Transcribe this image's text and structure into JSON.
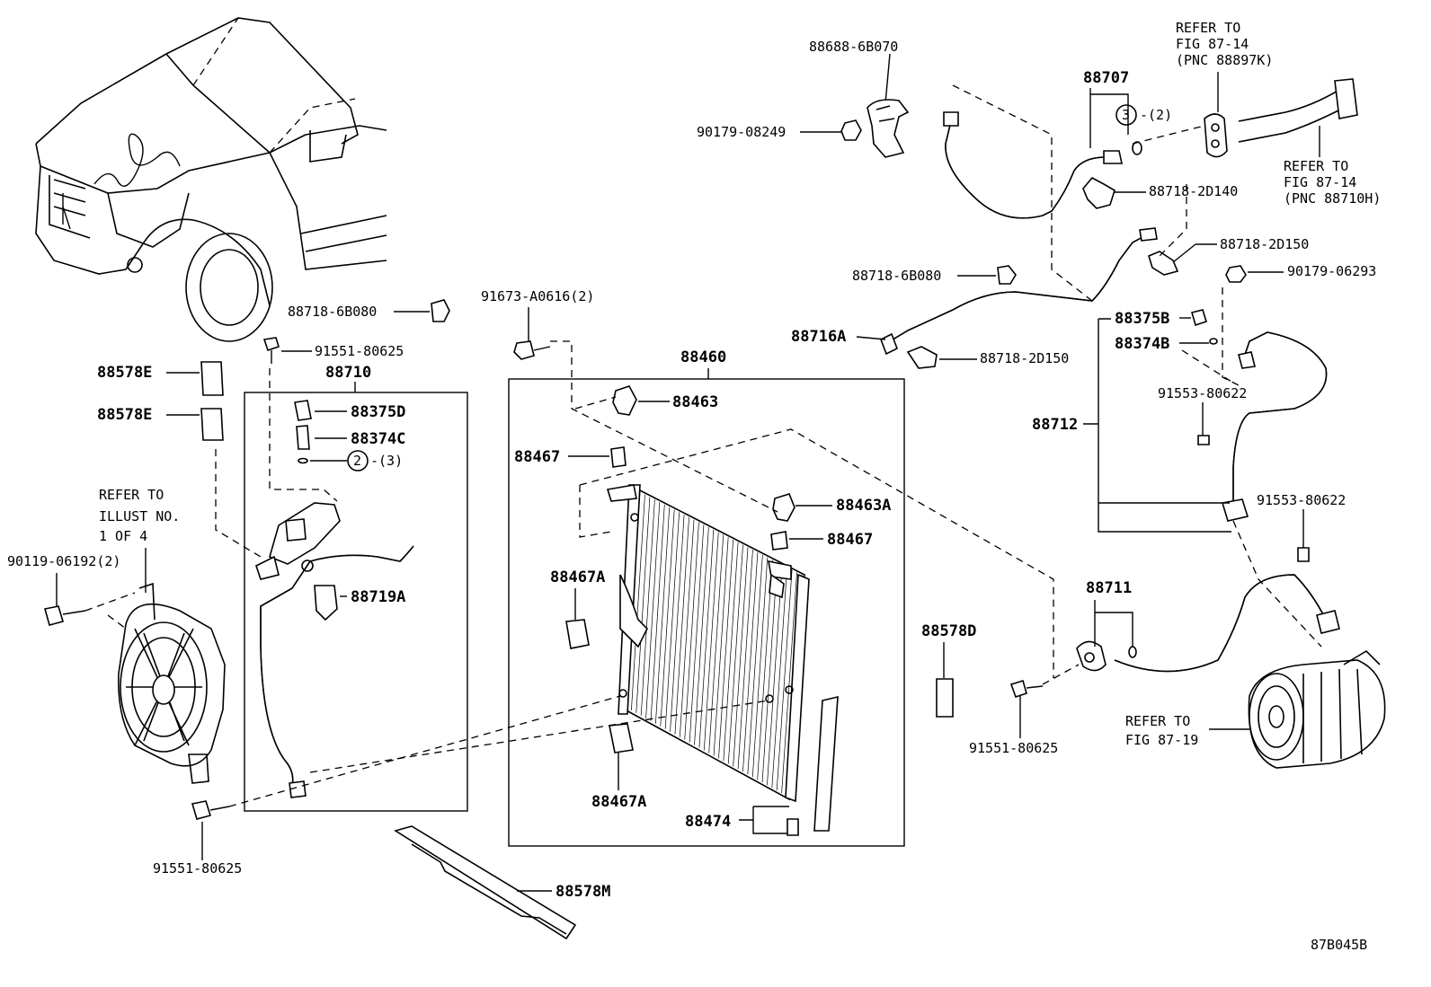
{
  "diagram": {
    "code": "87B045B",
    "parts": {
      "p88688_6B070": "88688-6B070",
      "p90179_08249": "90179-08249",
      "p88707": "88707",
      "c3_qty": "-(2)",
      "c3_num": "3",
      "p88718_2D140": "88718-2D140",
      "p88718_2D150_a": "88718-2D150",
      "p88718_6B080_a": "88718-6B080",
      "p90179_06293": "90179-06293",
      "p88716A": "88716A",
      "p88718_2D150_b": "88718-2D150",
      "p88375B": "88375B",
      "p88374B": "88374B",
      "p91553_80622_a": "91553-80622",
      "p88712": "88712",
      "p91553_80622_b": "91553-80622",
      "p88711": "88711",
      "p88578D": "88578D",
      "p91551_80625_c": "91551-80625",
      "p88718_6B080_b": "88718-6B080",
      "p91673_A0616": "91673-A0616(2)",
      "p91551_80625_a": "91551-80625",
      "p88710": "88710",
      "p88375D": "88375D",
      "p88374C": "88374C",
      "c2_num": "2",
      "c2_qty": "-(3)",
      "p88578E_a": "88578E",
      "p88578E_b": "88578E",
      "p88460": "88460",
      "p88463": "88463",
      "p88467_a": "88467",
      "p88463A": "88463A",
      "p88467_b": "88467",
      "p88467A_a": "88467A",
      "p88467A_b": "88467A",
      "p88474": "88474",
      "p88719A": "88719A",
      "p90119_06192": "90119-06192(2)",
      "p91551_80625_b": "91551-80625",
      "p88578M": "88578M"
    },
    "refs": {
      "r1": [
        "REFER TO",
        "FIG 87-14",
        "(PNC 88897K)"
      ],
      "r2": [
        "REFER TO",
        "FIG 87-14",
        "(PNC 88710H)"
      ],
      "r3": [
        "REFER TO",
        "ILLUST NO.",
        "1 OF 4"
      ],
      "r4": [
        "REFER TO",
        "FIG 87-19"
      ]
    }
  }
}
